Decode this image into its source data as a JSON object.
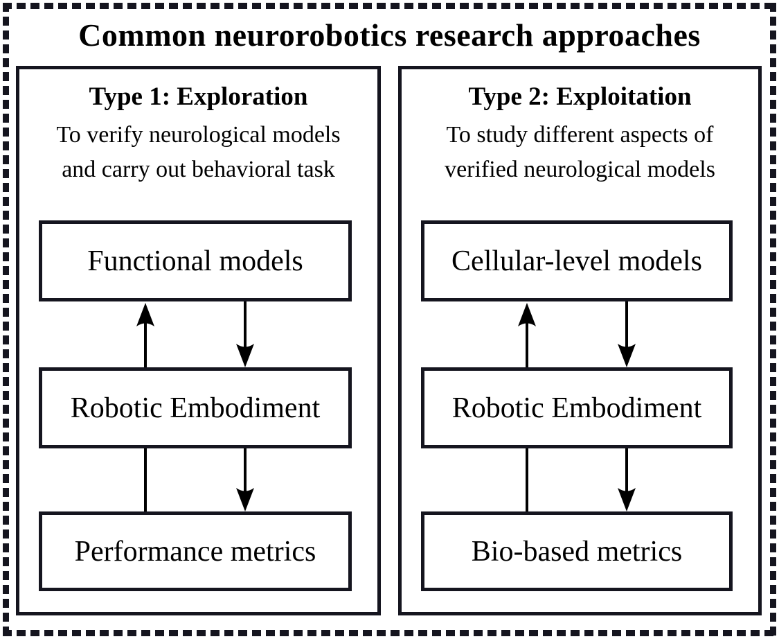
{
  "title": "Common neurorobotics research approaches",
  "colors": {
    "ink": "#15151f",
    "arrow": "#000000",
    "background": "#ffffff"
  },
  "panels": [
    {
      "heading": "Type 1: Exploration",
      "subtitle_lines": [
        "To verify neurological models",
        "and carry out behavioral task"
      ],
      "boxes": [
        "Functional models",
        "Robotic Embodiment",
        "Performance metrics"
      ],
      "connections": [
        {
          "from": "Robotic Embodiment",
          "to": "Functional models",
          "direction": "up",
          "arrowhead": true
        },
        {
          "from": "Functional models",
          "to": "Robotic Embodiment",
          "direction": "down",
          "arrowhead": true
        },
        {
          "from": "Performance metrics",
          "to": "Robotic Embodiment",
          "direction": "up",
          "arrowhead": false
        },
        {
          "from": "Robotic Embodiment",
          "to": "Performance metrics",
          "direction": "down",
          "arrowhead": true
        }
      ]
    },
    {
      "heading": "Type 2: Exploitation",
      "subtitle_lines": [
        "To study different aspects of",
        "verified neurological models"
      ],
      "boxes": [
        "Cellular-level models",
        "Robotic Embodiment",
        "Bio-based metrics"
      ],
      "connections": [
        {
          "from": "Robotic Embodiment",
          "to": "Cellular-level models",
          "direction": "up",
          "arrowhead": true
        },
        {
          "from": "Cellular-level models",
          "to": "Robotic Embodiment",
          "direction": "down",
          "arrowhead": true
        },
        {
          "from": "Bio-based metrics",
          "to": "Robotic Embodiment",
          "direction": "up",
          "arrowhead": false
        },
        {
          "from": "Robotic Embodiment",
          "to": "Bio-based metrics",
          "direction": "down",
          "arrowhead": true
        }
      ]
    }
  ]
}
